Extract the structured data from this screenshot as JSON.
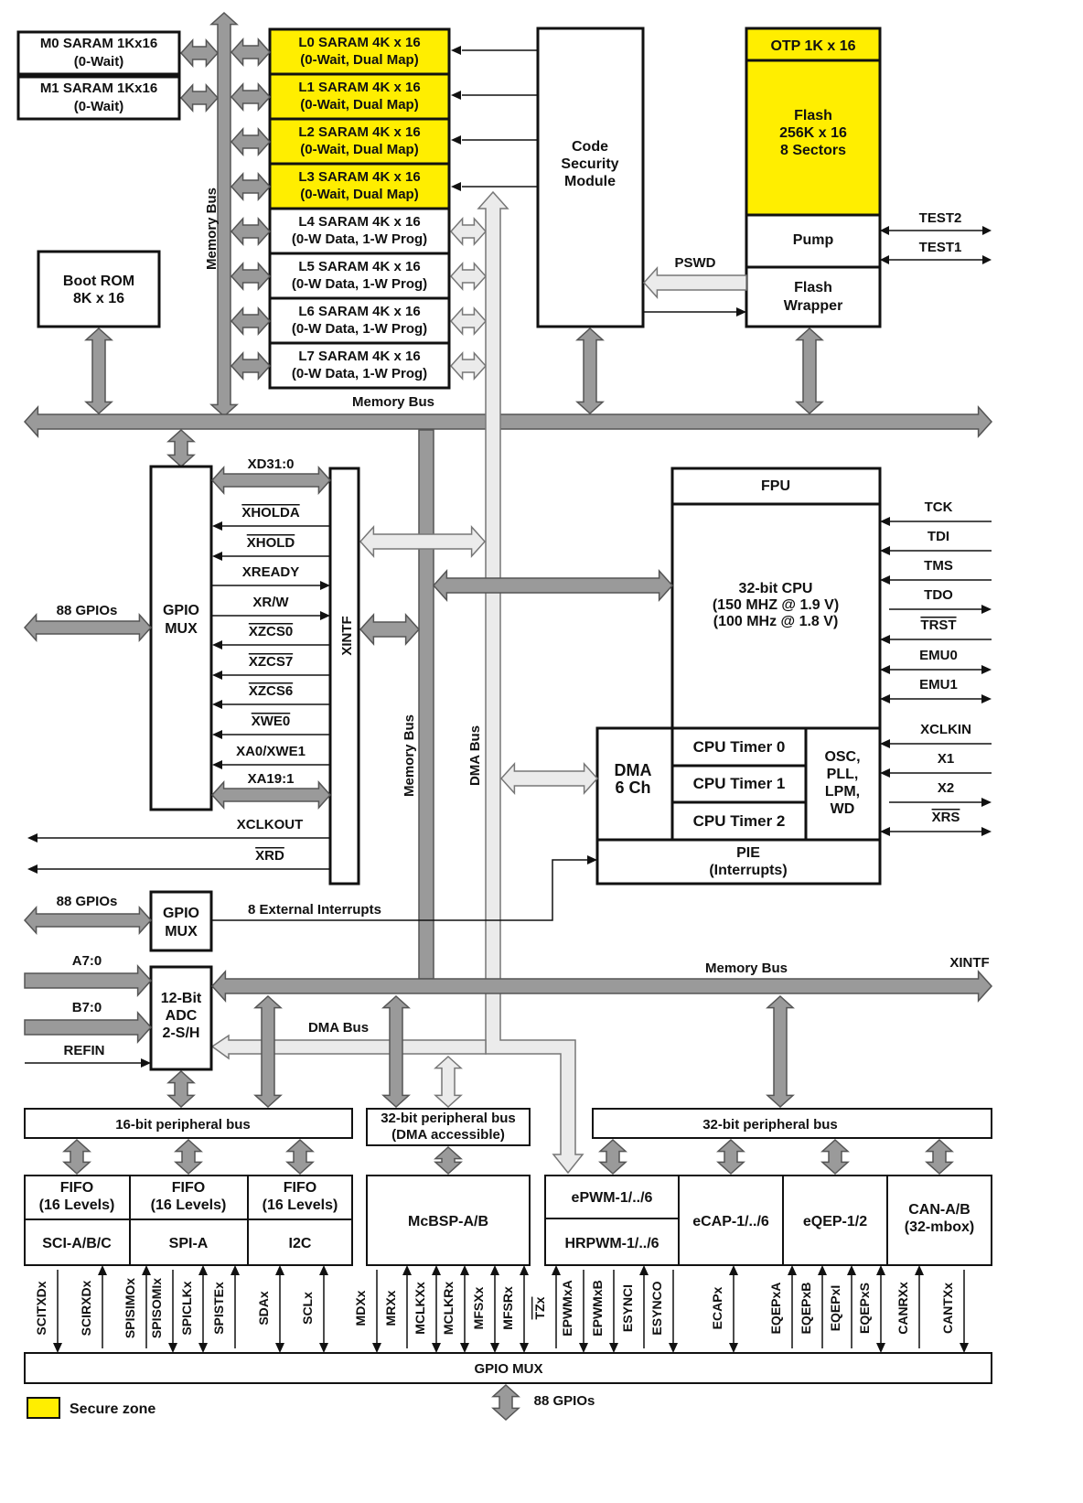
{
  "memory": {
    "m0": [
      "M0 SARAM 1Kx16",
      "(0-Wait)"
    ],
    "m1": [
      "M1 SARAM 1Kx16",
      "(0-Wait)"
    ],
    "l_blocks": [
      [
        "L0 SARAM 4K x 16",
        "(0-Wait, Dual Map)"
      ],
      [
        "L1 SARAM 4K x 16",
        "(0-Wait, Dual Map)"
      ],
      [
        "L2 SARAM 4K x 16",
        "(0-Wait, Dual Map)"
      ],
      [
        "L3 SARAM 4K x 16",
        "(0-Wait, Dual Map)"
      ],
      [
        "L4 SARAM 4K x 16",
        "(0-W Data, 1-W Prog)"
      ],
      [
        "L5 SARAM 4K x 16",
        "(0-W Data, 1-W Prog)"
      ],
      [
        "L6 SARAM 4K x 16",
        "(0-W Data, 1-W Prog)"
      ],
      [
        "L7 SARAM 4K x 16",
        "(0-W Data, 1-W Prog)"
      ]
    ],
    "boot_rom": [
      "Boot ROM",
      "8K x 16"
    ],
    "code_security": [
      "Code",
      "Security",
      "Module"
    ],
    "otp": "OTP 1K x 16",
    "flash": [
      "Flash",
      "256K x 16",
      "8 Sectors"
    ],
    "pump": "Pump",
    "flash_wrapper": [
      "Flash",
      "Wrapper"
    ],
    "pswd": "PSWD",
    "test2": "TEST2",
    "test1": "TEST1"
  },
  "buses": {
    "memory_bus": "Memory Bus",
    "dma_bus": "DMA Bus",
    "xintf": "XINTF",
    "periph16": "16-bit peripheral bus",
    "periph32_dma": [
      "32-bit peripheral bus",
      "(DMA accessible)"
    ],
    "periph32": "32-bit peripheral bus",
    "gpio_mux": "GPIO MUX",
    "gpio_mux_2": [
      "GPIO",
      "MUX"
    ],
    "gpios_88": "88 GPIOs"
  },
  "xintf_signals": [
    "XD31:0",
    "XHOLDA",
    "XHOLD",
    "XREADY",
    "XR/W",
    "XZCS0",
    "XZCS7",
    "XZCS6",
    "XWE0",
    "XA0/XWE1",
    "XA19:1",
    "XCLKOUT",
    "XRD"
  ],
  "cpu": {
    "fpu": "FPU",
    "cpu": [
      "32-bit CPU",
      "(150 MHZ @ 1.9 V)",
      "(100 MHz @ 1.8 V)"
    ],
    "dma": [
      "DMA",
      "6 Ch"
    ],
    "timers": [
      "CPU Timer 0",
      "CPU Timer 1",
      "CPU Timer 2"
    ],
    "osc": [
      "OSC,",
      "PLL,",
      "LPM,",
      "WD"
    ],
    "pie": [
      "PIE",
      "(Interrupts)"
    ],
    "jtag": [
      "TCK",
      "TDI",
      "TMS",
      "TDO",
      "TRST",
      "EMU0",
      "EMU1"
    ],
    "clock": [
      "XCLKIN",
      "X1",
      "X2",
      "XRS"
    ]
  },
  "ext_interrupts": "8 External Interrupts",
  "adc": {
    "label": [
      "12-Bit",
      "ADC",
      "2-S/H"
    ],
    "inputs": [
      "A7:0",
      "B7:0",
      "REFIN"
    ]
  },
  "peripherals": {
    "fifo": [
      "FIFO",
      "(16 Levels)"
    ],
    "sci": "SCI-A/B/C",
    "spi": "SPI-A",
    "i2c": "I2C",
    "mcbsp": "McBSP-A/B",
    "epwm": "ePWM-1/../6",
    "hrpwm": "HRPWM-1/../6",
    "ecap": "eCAP-1/../6",
    "eqep": "eQEP-1/2",
    "can": [
      "CAN-A/B",
      "(32-mbox)"
    ]
  },
  "pins": [
    "SCITXDx",
    "SCIRXDx",
    "SPISIMOx",
    "SPISOMIx",
    "SPICLKx",
    "SPISTEx",
    "SDAx",
    "SCLx",
    "MDXx",
    "MRXx",
    "MCLKXx",
    "MCLKRx",
    "MFSXx",
    "MFSRx",
    "TZx",
    "EPWMxA",
    "EPWMxB",
    "ESYNCI",
    "ESYNCO",
    "ECAPx",
    "EQEPxA",
    "EQEPxB",
    "EQEPxI",
    "EQEPxS",
    "CANRXx",
    "CANTXx"
  ],
  "legend": "Secure zone",
  "colors": {
    "secure": "#ffee00",
    "bus": "#9a9a9a",
    "dma_bus": "#ebebeb"
  }
}
